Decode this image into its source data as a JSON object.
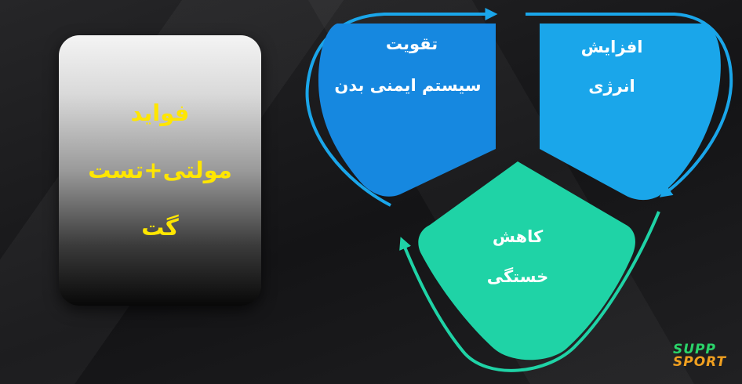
{
  "card": {
    "lines": [
      "فواید",
      "مولتی+تست",
      "گت"
    ],
    "text_color": "#ffe600"
  },
  "segments": {
    "top_left": {
      "line1": "تقویت",
      "line2": "سیستم ایمنی بدن",
      "color": "#1688e0"
    },
    "top_right": {
      "line1": "افزایش",
      "line2": "انرژی",
      "color": "#1aa6ea"
    },
    "bottom": {
      "line1": "کاهش",
      "line2": "خستگی",
      "color": "#1fd3a6"
    }
  },
  "cycle_arrows": {
    "blue": "#1aa6ea",
    "green": "#1fd3a6"
  },
  "brand": {
    "line1": "SUPP",
    "line2": "SPORT",
    "color1": "#2bd46a",
    "color2": "#f0a020"
  }
}
